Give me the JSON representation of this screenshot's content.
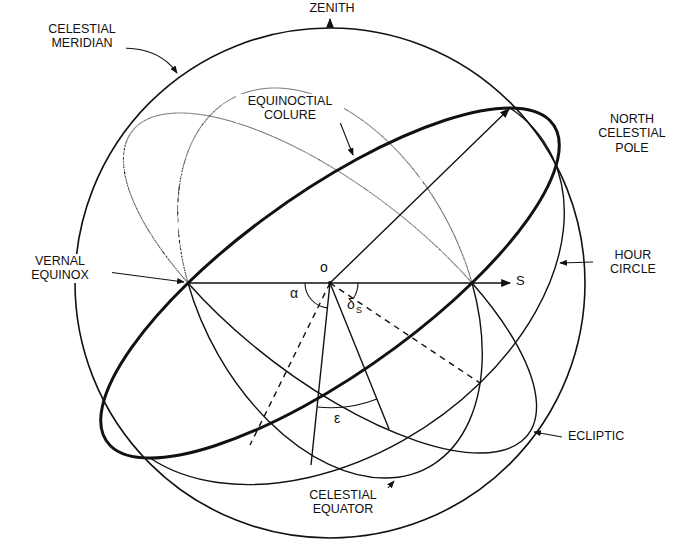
{
  "diagram": {
    "labels": [
      "ZENITH",
      "CELESTIAL MERIDIAN",
      "EQUINOCTIAL COLURE",
      "NORTH CELESTIAL POLE",
      "o",
      "HOUR CIRCLE",
      "VERNAL EQUINOX",
      "S",
      "α",
      "δ",
      "S",
      "ε",
      "ECLIPTIC",
      "CELESTIAL EQUATOR"
    ]
  }
}
